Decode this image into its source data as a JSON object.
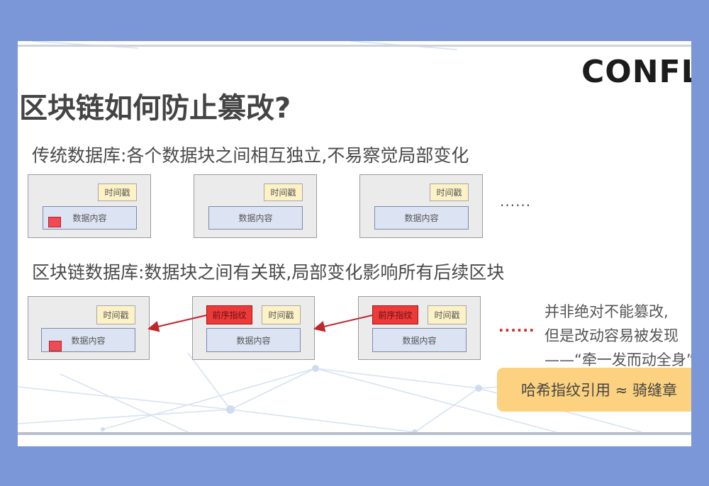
{
  "logo": "CONFLU",
  "title": "区块链如何防止篡改?",
  "section1": {
    "heading": "传统数据库:各个数据块之间相互独立,不易察觉局部变化",
    "blocks": [
      {
        "timestamp": "时间戳",
        "content": "数据内容",
        "tampered": true
      },
      {
        "timestamp": "时间戳",
        "content": "数据内容",
        "tampered": false
      },
      {
        "timestamp": "时间戳",
        "content": "数据内容",
        "tampered": false
      }
    ],
    "ellipsis": "······"
  },
  "section2": {
    "heading": "区块链数据库:数据块之间有关联,局部变化影响所有后续区块",
    "blocks": [
      {
        "timestamp": "时间戳",
        "content": "数据内容",
        "tampered": true
      },
      {
        "hash": "前序指纹",
        "timestamp": "时间戳",
        "content": "数据内容"
      },
      {
        "hash": "前序指纹",
        "timestamp": "时间戳",
        "content": "数据内容"
      }
    ],
    "ellipsis": "······",
    "note": {
      "line1": "并非绝对不能篡改,",
      "line2": "但是改动容易被发现",
      "line3": "——“牵一发而动全身”"
    }
  },
  "callout": "哈希指纹引用 ≈ 骑缝章",
  "colors": {
    "background": "#7b97d8",
    "block_fill": "#ebebeb",
    "timestamp_fill": "#fdf2c6",
    "content_fill": "#dce3f3",
    "hash_fill": "#ec3a3a",
    "arrow": "#c0262c",
    "callout_fill": "#fcd17f"
  }
}
